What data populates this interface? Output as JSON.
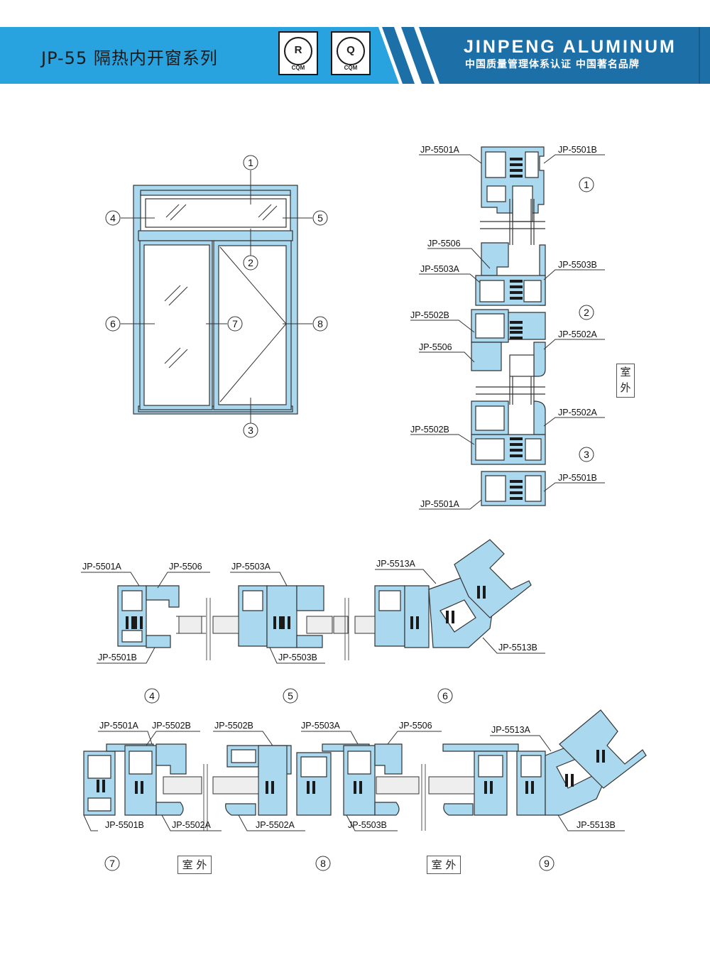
{
  "header": {
    "series_title": "JP-55 隔热内开窗系列",
    "brand": "JINPENG ALUMINUM",
    "brand_sub": "中国质量管理体系认证 中国著名品牌",
    "cert1_letter": "R",
    "cert1_label": "CQM",
    "cert2_letter": "Q",
    "cert2_label": "CQM",
    "colors": {
      "light_blue": "#29a3e0",
      "dark_blue": "#1d6fa8",
      "profile_fill": "#a9d8ef"
    }
  },
  "elevation": {
    "markers": [
      "1",
      "2",
      "3",
      "4",
      "5",
      "6",
      "7",
      "8"
    ]
  },
  "vertical_section": {
    "labels": {
      "s1_left": "JP-5501A",
      "s1_right": "JP-5501B",
      "s2_top": "JP-5506",
      "s2_left": "JP-5503A",
      "s2_right": "JP-5503B",
      "s2_left2": "JP-5502B",
      "s2_right2": "JP-5502A",
      "s2_left3": "JP-5506",
      "s3_right": "JP-5502A",
      "s3_left": "JP-5502B",
      "s3_right2": "JP-5501B",
      "s3_left2": "JP-5501A"
    },
    "numbers": [
      "1",
      "2",
      "3"
    ],
    "outdoor": [
      "室",
      "外"
    ]
  },
  "row1": {
    "labels": {
      "a1": "JP-5501A",
      "a2": "JP-5506",
      "a3": "JP-5501B",
      "b1": "JP-5503A",
      "b2": "JP-5503B",
      "c1": "JP-5513A",
      "c2": "JP-5513B"
    },
    "numbers": [
      "4",
      "5",
      "6"
    ]
  },
  "row2": {
    "labels": {
      "a1": "JP-5501A",
      "a2": "JP-5502B",
      "a3": "JP-5501B",
      "a4": "JP-5502A",
      "b1": "JP-5502B",
      "b2": "JP-5503A",
      "b3": "JP-5506",
      "b4": "JP-5502A",
      "b5": "JP-5503B",
      "c1": "JP-5513A",
      "c2": "JP-5513B"
    },
    "numbers": [
      "7",
      "8",
      "9"
    ],
    "outdoor_1": "室 外",
    "outdoor_2": "室 外"
  }
}
